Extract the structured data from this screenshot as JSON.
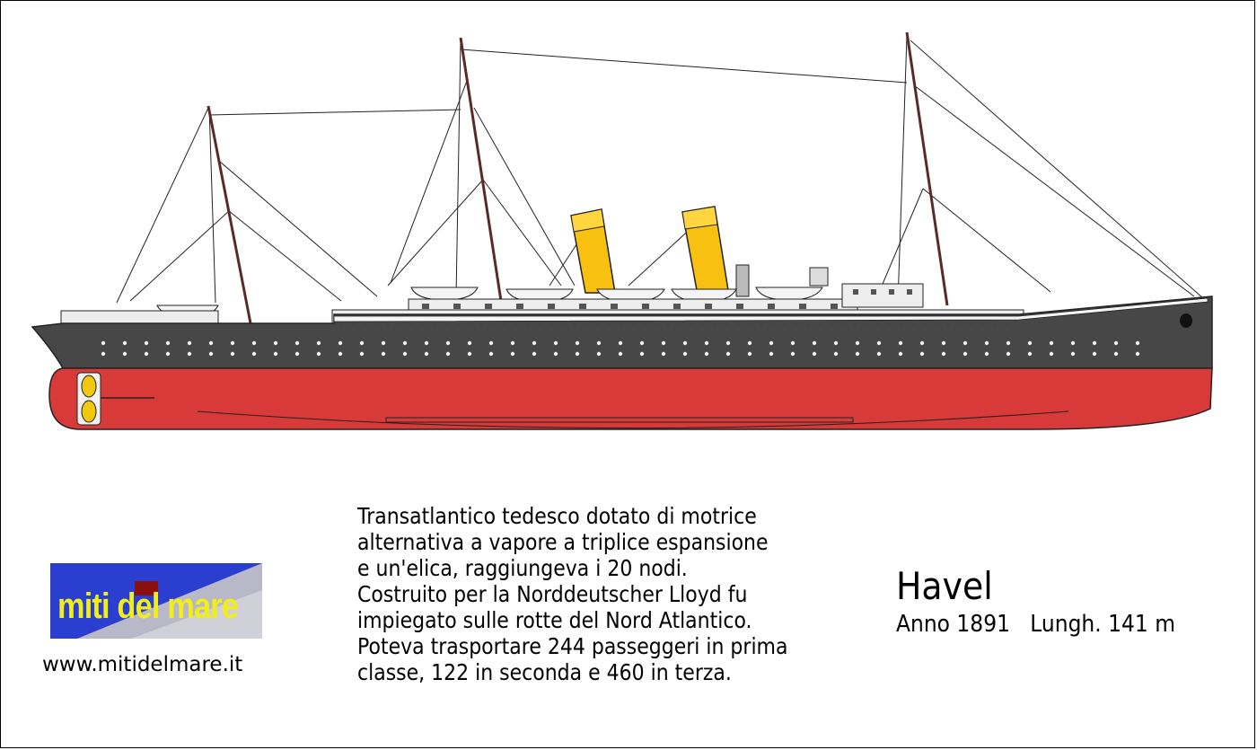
{
  "ship": {
    "name": "Havel",
    "specs": "Anno 1891   Lungh. 141 m",
    "colors": {
      "hull_lower": "#d83a3a",
      "hull_upper": "#474747",
      "funnel": "#f8c010",
      "superstructure": "#eeeeee"
    }
  },
  "description": {
    "lines": [
      "Transatlantico tedesco dotato di motrice",
      "alternativa a vapore a triplice espansione",
      "e un'elica, raggiungeva i 20 nodi.",
      "Costruito per la Norddeutscher Lloyd fu",
      "impiegato sulle rotte del Nord Atlantico.",
      "Poteva trasportare 244 passeggeri in prima",
      "classe, 122 in seconda e 460 in terza."
    ]
  },
  "logo": {
    "text": "miti del mare",
    "background": "#2a3ed0",
    "text_color": "#f2ee1a"
  },
  "website": "www.mitidelmare.it"
}
